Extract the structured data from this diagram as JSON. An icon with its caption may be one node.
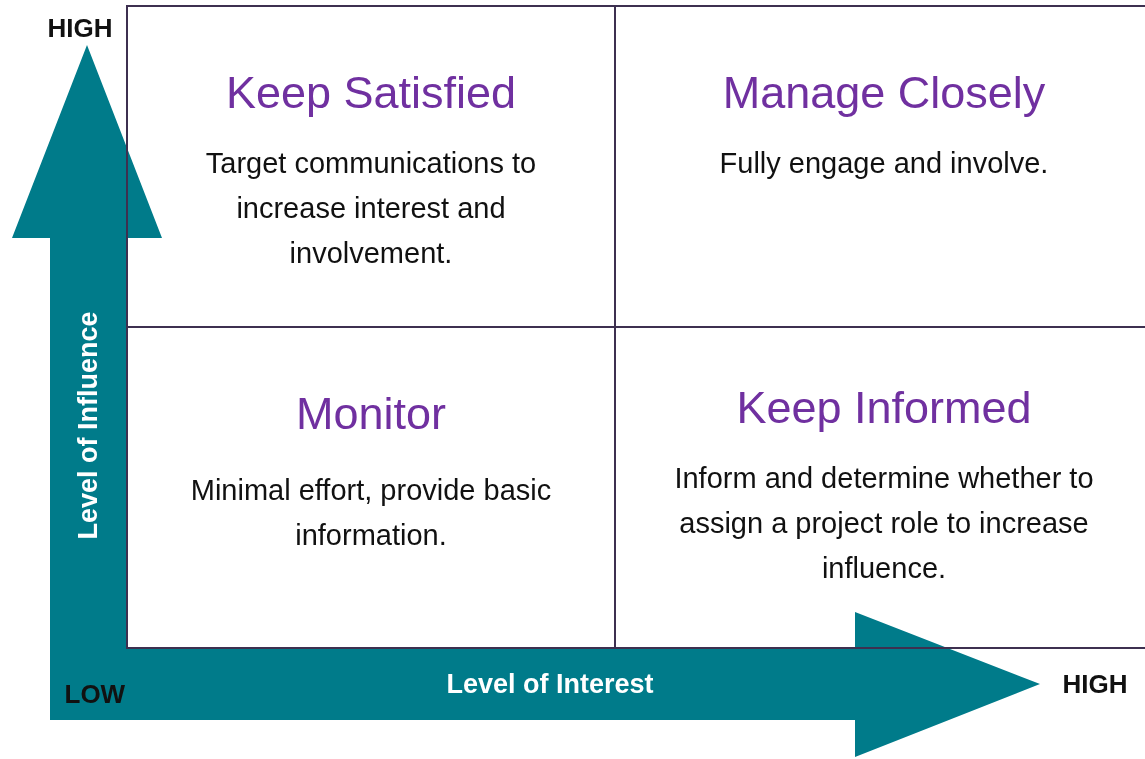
{
  "diagram": {
    "nodes": [
      {
        "text": [
          "Keep Satisfied",
          "Target communications to increase interest and involvement."
        ]
      },
      {
        "text": [
          "Manage Closely",
          "Fully engage and involve."
        ]
      },
      {
        "text": [
          "Monitor",
          "Minimal effort, provide basic information."
        ]
      },
      {
        "text": [
          "Keep Informed",
          "Inform and determine whether to assign a project role to increase influence."
        ]
      }
    ],
    "edges": [],
    "labels": [
      "HIGH",
      "Level of Influence",
      "LOW",
      "Level of Interest",
      "HIGH"
    ]
  }
}
